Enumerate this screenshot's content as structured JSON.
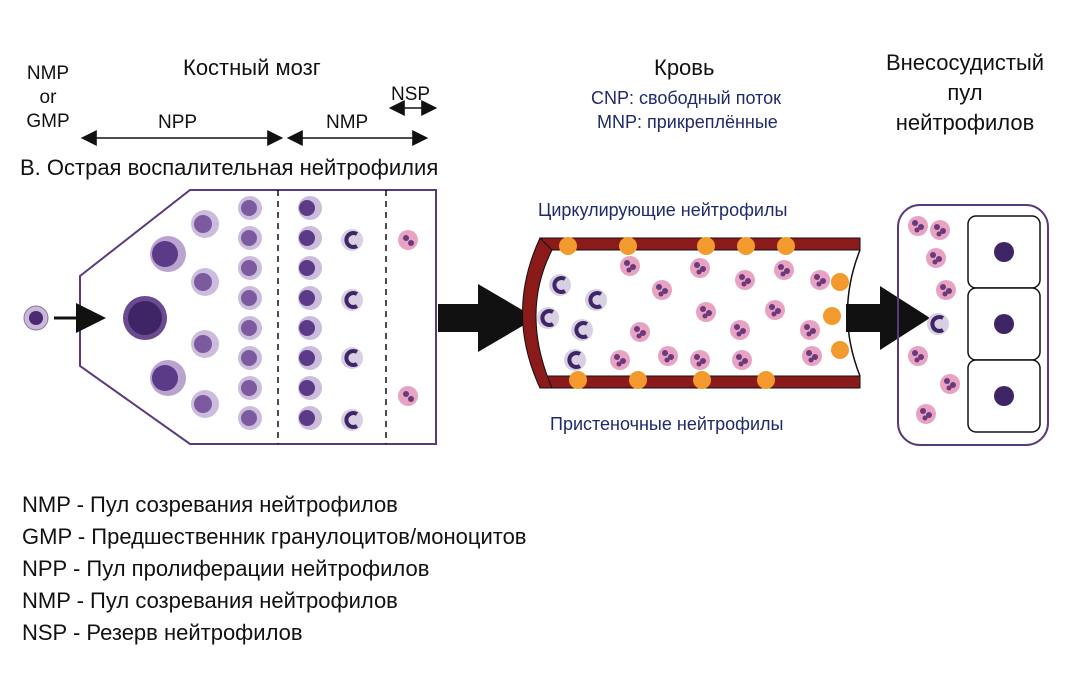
{
  "headers": {
    "left_top": "NMP",
    "left_mid": "or",
    "left_bot": "GMP",
    "bone_marrow": "Костный мозг",
    "npp": "NPP",
    "nmp": "NMP",
    "nsp": "NSP",
    "blood": "Кровь",
    "cnp": "CNP: свободный поток",
    "mnp": "MNP: прикреплённые",
    "extra_line1": "Внесосудистый",
    "extra_line2": "пул",
    "extra_line3": "нейтрофилов"
  },
  "section_title": "B. Острая воспалительная нейтрофилия",
  "labels": {
    "circulating": "Циркулирующие нейтрофилы",
    "marginated": "Пристеночные нейтрофилы"
  },
  "legend": [
    "NMP - Пул созревания нейтрофилов",
    "GMP - Предшественник гранулоцитов/моноцитов",
    "NPP - Пул пролиферации нейтрофилов",
    "NMP - Пул созревания нейтрофилов",
    "NSP - Резерв нейтрофилов"
  ],
  "colors": {
    "outline": "#5a3a7a",
    "vessel": "#8b1a1a",
    "adhered": "#f29a2e",
    "cell": "#8b5fa8",
    "nucleus": "#4b2a73",
    "pink": "#e8a3c3"
  }
}
